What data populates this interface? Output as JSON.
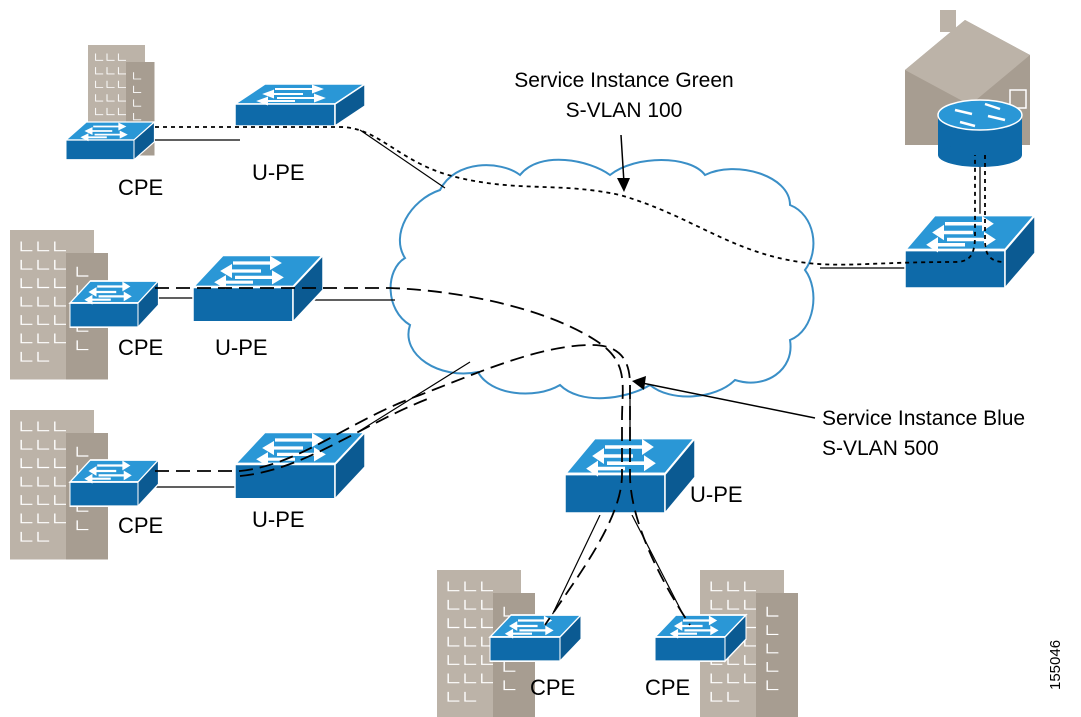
{
  "callouts": {
    "green_line1": "Service Instance Green",
    "green_line2": "S-VLAN 100",
    "blue_line1": "Service Instance Blue",
    "blue_line2": "S-VLAN 500"
  },
  "labels": {
    "cpe_top": "CPE",
    "upe_top": "U-PE",
    "cpe_mid": "CPE",
    "upe_mid": "U-PE",
    "cpe_low": "CPE",
    "upe_low": "U-PE",
    "upe_bottom": "U-PE",
    "cpe_bottom_left": "CPE",
    "cpe_bottom_right": "CPE"
  },
  "figure_id": "155046",
  "colors": {
    "switch_top": "#1a88c9",
    "switch_front": "#0f6fb0",
    "building": "#bcb3a8",
    "building_dark": "#a79d91",
    "cloud_stroke": "#3a8fc7"
  }
}
